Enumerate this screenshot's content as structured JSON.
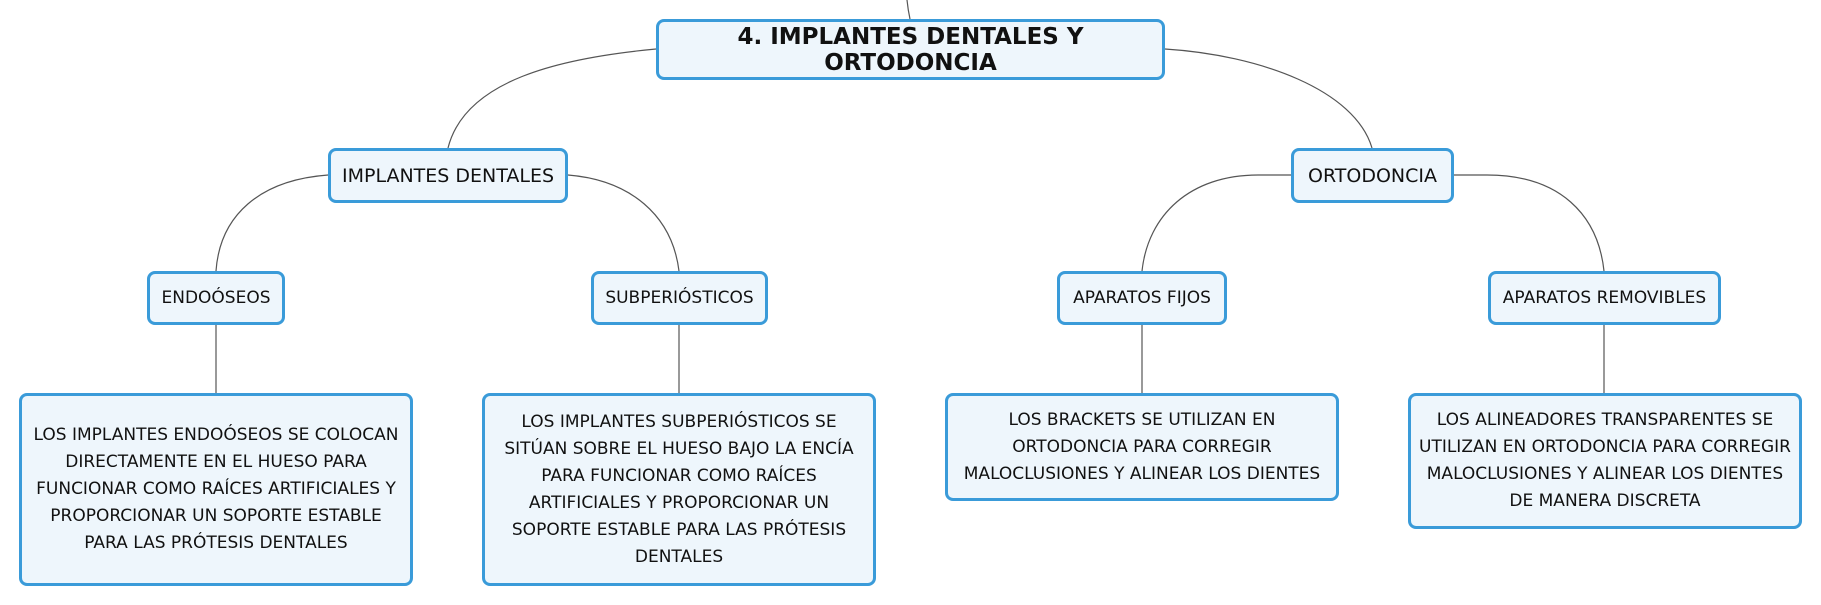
{
  "root": {
    "label": "4. IMPLANTES DENTALES Y ORTODONCIA"
  },
  "branches": [
    {
      "label": "IMPLANTES DENTALES",
      "children": [
        {
          "label": "ENDOÓSEOS",
          "description": "LOS IMPLANTES ENDOÓSEOS SE COLOCAN DIRECTAMENTE EN EL HUESO PARA FUNCIONAR COMO RAÍCES ARTIFICIALES Y PROPORCIONAR UN SOPORTE ESTABLE PARA LAS PRÓTESIS DENTALES"
        },
        {
          "label": "SUBPERIÓSTICOS",
          "description": "LOS IMPLANTES SUBPERIÓSTICOS SE SITÚAN SOBRE EL HUESO BAJO LA ENCÍA PARA FUNCIONAR COMO RAÍCES ARTIFICIALES Y PROPORCIONAR UN SOPORTE ESTABLE PARA LAS PRÓTESIS DENTALES"
        }
      ]
    },
    {
      "label": "ORTODONCIA",
      "children": [
        {
          "label": "APARATOS FIJOS",
          "description": "LOS BRACKETS SE UTILIZAN EN ORTODONCIA PARA CORREGIR MALOCLUSIONES Y ALINEAR LOS DIENTES"
        },
        {
          "label": "APARATOS REMOVIBLES",
          "description": "LOS ALINEADORES TRANSPARENTES SE UTILIZAN EN ORTODONCIA PARA CORREGIR MALOCLUSIONES Y ALINEAR LOS DIENTES DE MANERA DISCRETA"
        }
      ]
    }
  ],
  "colors": {
    "node_border": "#3a9bd9",
    "node_fill": "#eef6fc",
    "connector": "#555555"
  }
}
